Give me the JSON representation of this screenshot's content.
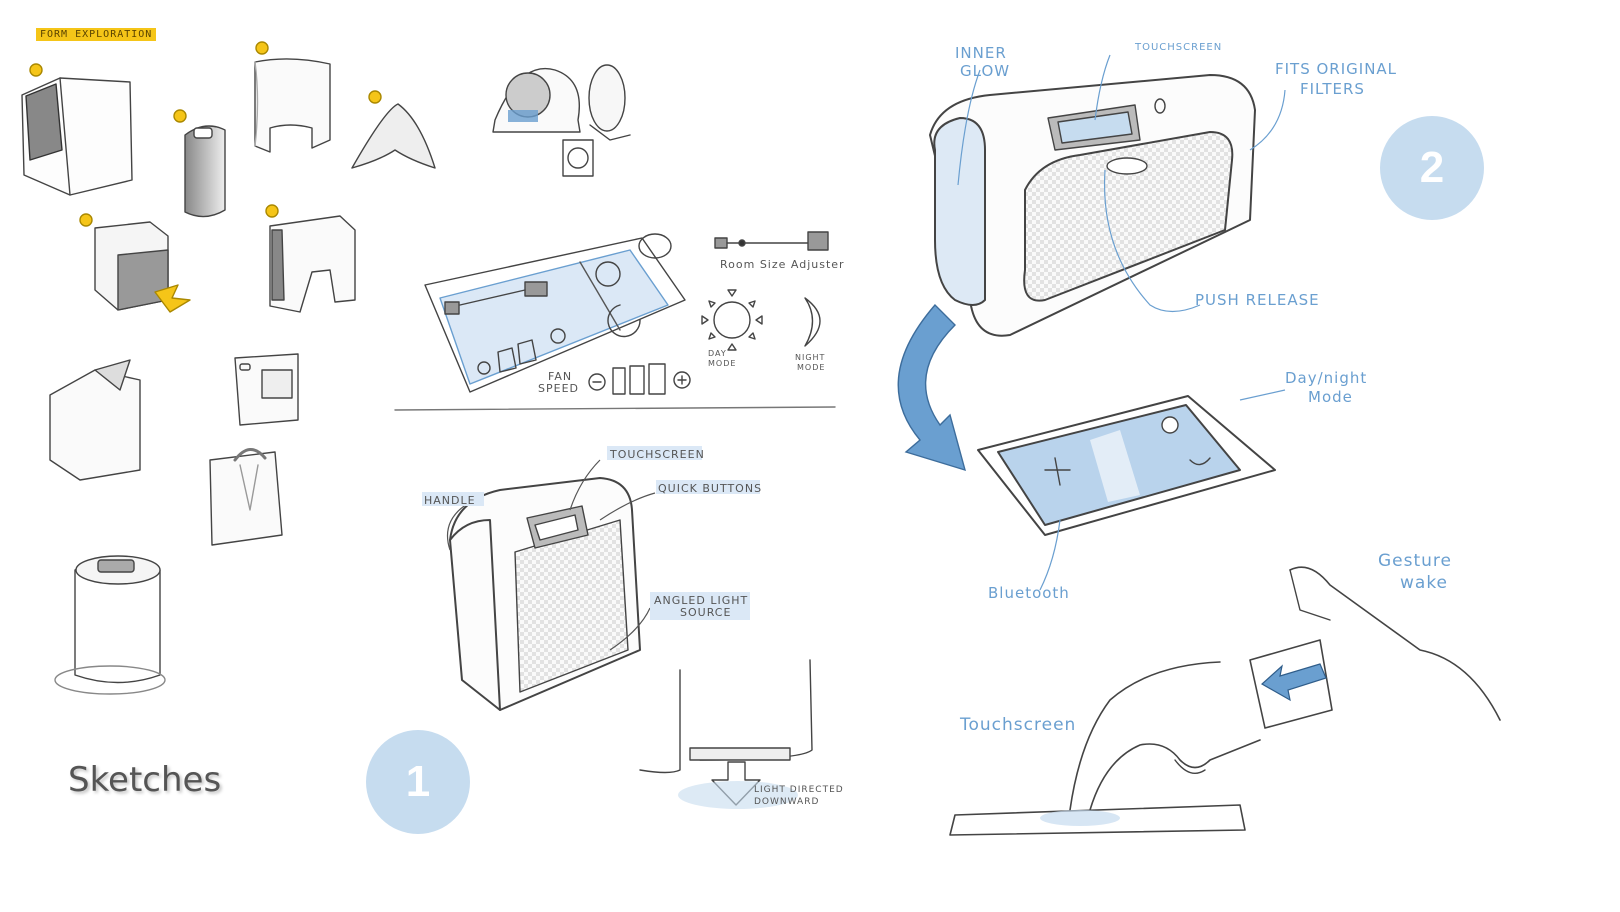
{
  "section_title": "FORM EXPLORATION",
  "caption": "Sketches",
  "badges": {
    "one": "1",
    "two": "2"
  },
  "labels": {
    "room_size": "Room Size Adjuster",
    "fan_speed_1": "FAN",
    "fan_speed_2": "SPEED",
    "day_mode_1": "DAY",
    "day_mode_2": "MODE",
    "night_mode_1": "NIGHT",
    "night_mode_2": "MODE",
    "touchscreen_a": "TOUCHSCREEN",
    "handle": "HANDLE",
    "quick_buttons": "QUICK BUTTONS",
    "angled_light_1": "ANGLED LIGHT",
    "angled_light_2": "SOURCE",
    "light_directed_1": "LIGHT DIRECTED",
    "light_directed_2": "DOWNWARD",
    "inner_glow_1": "INNER",
    "inner_glow_2": "GLOW",
    "touchscreen_b": "TOUCHSCREEN",
    "fits_filters_1": "FITS ORIGINAL",
    "fits_filters_2": "FILTERS",
    "push_release": "PUSH RELEASE",
    "day_night_1": "Day/night",
    "day_night_2": "Mode",
    "bluetooth": "Bluetooth",
    "gesture_1": "Gesture",
    "gesture_2": "wake",
    "touchscreen_c": "Touchscreen"
  },
  "colors": {
    "accent_blue": "#6a9fd0",
    "badge": "#c6dcef",
    "highlight": "#f5c518",
    "arrow": "#e0a800"
  }
}
